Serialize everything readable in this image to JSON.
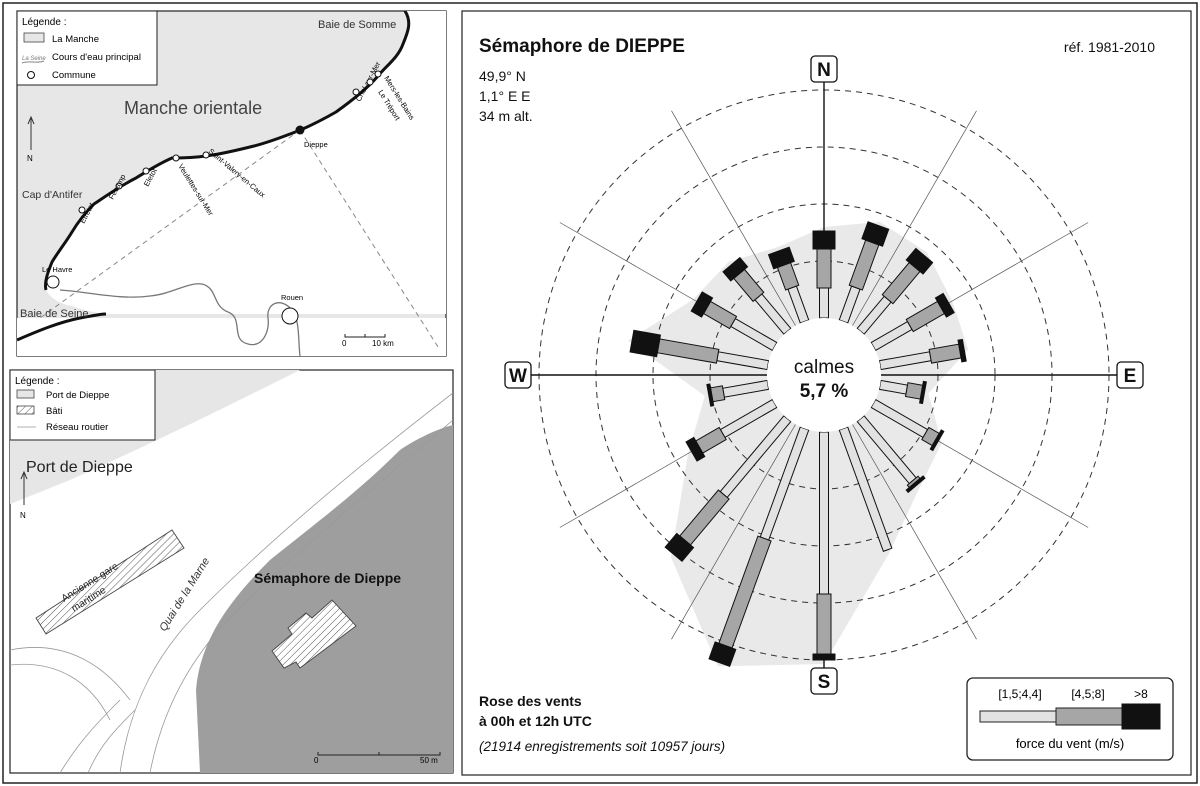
{
  "map_top": {
    "legend": {
      "title": "Légende :",
      "items": [
        "La Manche",
        "Cours d'eau principal",
        "Commune"
      ],
      "river_sample": "La Seine"
    },
    "sea_label": "Manche orientale",
    "bays": [
      "Baie de Somme",
      "Baie de Seine"
    ],
    "cape": "Cap d'Antifer",
    "towns": [
      "Le Havre",
      "Etretat",
      "Fécamp",
      "Eletot",
      "Veulettes-sur-Mer",
      "Saint-Valery-en-Caux",
      "Dieppe",
      "Criel-sur-Mer",
      "Le Tréport",
      "Mers-les-Bains",
      "Rouen"
    ],
    "north": "N",
    "scale": {
      "zero": "0",
      "label": "10 km"
    }
  },
  "map_bottom": {
    "legend": {
      "title": "Légende :",
      "items": [
        "Port de Dieppe",
        "Bâti",
        "Réseau routier"
      ]
    },
    "port_label": "Port de Dieppe",
    "quay_label": "Quai de la Marne",
    "old_station": [
      "Ancienne gare",
      "maritime"
    ],
    "semaphore_label": "Sémaphore de Dieppe",
    "north": "N",
    "scale": {
      "zero": "0",
      "label": "50 m"
    }
  },
  "rose": {
    "title": "Sémaphore de DIEPPE",
    "ref": "réf. 1981-2010",
    "lat": "49,9° N",
    "lon": "1,1° E E",
    "alt": "34 m alt.",
    "directions": [
      "N",
      "E",
      "S",
      "W"
    ],
    "calmes_label": "calmes",
    "calmes_value": "5,7 %",
    "footer_title_1": "Rose des vents",
    "footer_title_2": "à 00h et 12h UTC",
    "footer_note": "(21914 enregistrements soit 10957 jours)",
    "legend": {
      "classes": [
        "[1,5;4,4]",
        "[4,5;8]",
        ">8"
      ],
      "caption": "force du vent (m/s)"
    },
    "colors": {
      "low": "#e2e2e2",
      "mid": "#a6a6a6",
      "high": "#111111",
      "envelope": "#e9e9e9"
    }
  },
  "chart_data": {
    "type": "wind-rose",
    "sectors_deg": [
      0,
      20,
      40,
      60,
      80,
      100,
      120,
      140,
      160,
      180,
      200,
      220,
      240,
      260,
      280,
      300,
      320,
      340
    ],
    "units": "relative frequency",
    "series": [
      {
        "name": "[1,5;4,4]",
        "values": [
          1.0,
          1.2,
          1.4,
          1.4,
          1.7,
          0.9,
          2.0,
          2.7,
          4.3,
          5.4,
          3.9,
          3.3,
          2.0,
          1.5,
          1.7,
          1.6,
          1.5,
          1.2
        ]
      },
      {
        "name": "[4,5;8]",
        "values": [
          1.3,
          1.6,
          1.4,
          1.2,
          1.0,
          0.5,
          0.4,
          0.1,
          0.0,
          2.0,
          3.8,
          2.0,
          0.9,
          0.4,
          2.0,
          1.0,
          1.0,
          0.8
        ]
      },
      {
        "name": ">8",
        "values": [
          0.6,
          0.6,
          0.5,
          0.3,
          0.15,
          0.1,
          0.1,
          0.1,
          0.0,
          0.2,
          0.6,
          0.6,
          0.3,
          0.1,
          0.9,
          0.4,
          0.4,
          0.5
        ]
      }
    ]
  }
}
